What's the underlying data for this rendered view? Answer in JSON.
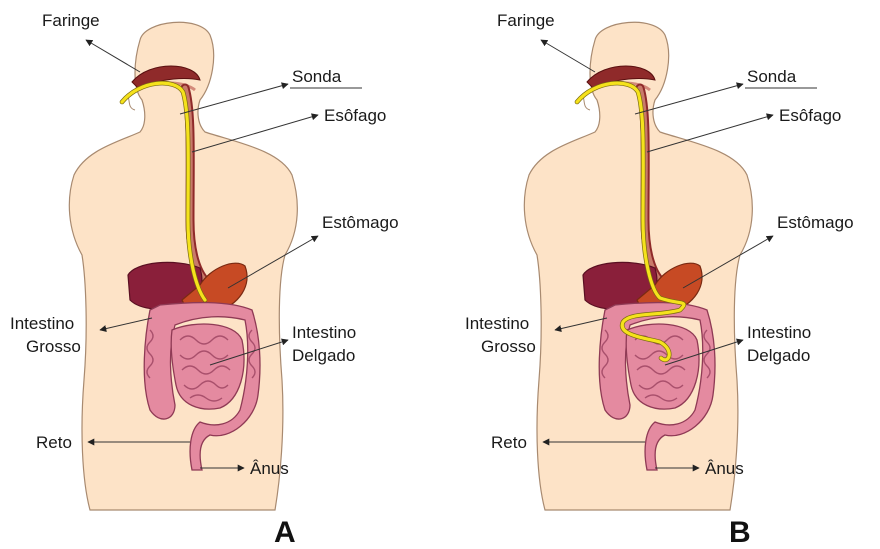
{
  "panels": [
    {
      "id": "A",
      "letter": "A",
      "labels": {
        "faringe": "Faringe",
        "sonda": "Sonda",
        "esofago": "Esôfago",
        "estomago": "Estômago",
        "intestino_grosso_1": "Intestino",
        "intestino_grosso_2": "Grosso",
        "intestino_delgado_1": "Intestino",
        "intestino_delgado_2": "Delgado",
        "reto": "Reto",
        "anus": "Ânus"
      },
      "tube_end": "stomach"
    },
    {
      "id": "B",
      "letter": "B",
      "labels": {
        "faringe": "Faringe",
        "sonda": "Sonda",
        "esofago": "Esôfago",
        "estomago": "Estômago",
        "intestino_grosso_1": "Intestino",
        "intestino_grosso_2": "Grosso",
        "intestino_delgado_1": "Intestino",
        "intestino_delgado_2": "Delgado",
        "reto": "Reto",
        "anus": "Ânus"
      },
      "tube_end": "small-intestine"
    }
  ],
  "colors": {
    "skin": "#fde3c7",
    "tube": "#f5e21c",
    "liver": "#8a1f3a",
    "stomach": "#c74a24",
    "intestine": "#e48aa0"
  }
}
